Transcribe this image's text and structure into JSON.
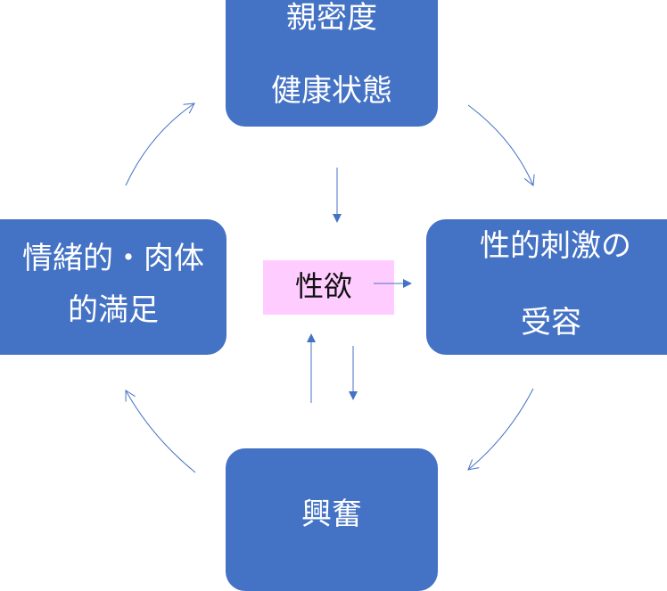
{
  "diagram": {
    "nodes": {
      "top": {
        "lines": [
          "親密度",
          "健康状態"
        ]
      },
      "right": {
        "lines": [
          "性的刺激の",
          "受容"
        ]
      },
      "bottom": {
        "lines": [
          "興奮"
        ]
      },
      "left": {
        "lines": [
          "情緒的・肉体",
          "的満足"
        ]
      },
      "center": {
        "label": "性欲"
      }
    },
    "colors": {
      "node_fill": "#4472c4",
      "node_text": "#ffffff",
      "center_fill": "#ffccff",
      "center_text": "#111111",
      "arrow": "#4472c4"
    },
    "edges": [
      {
        "from": "top",
        "to": "right",
        "style": "curved"
      },
      {
        "from": "right",
        "to": "bottom",
        "style": "curved"
      },
      {
        "from": "bottom",
        "to": "left",
        "style": "curved"
      },
      {
        "from": "left",
        "to": "top",
        "style": "curved"
      },
      {
        "from": "top",
        "to": "center",
        "style": "straight"
      },
      {
        "from": "center",
        "to": "right",
        "style": "straight"
      },
      {
        "from": "bottom",
        "to": "center",
        "style": "straight"
      },
      {
        "from": "center",
        "to": "bottom",
        "style": "straight"
      }
    ]
  }
}
